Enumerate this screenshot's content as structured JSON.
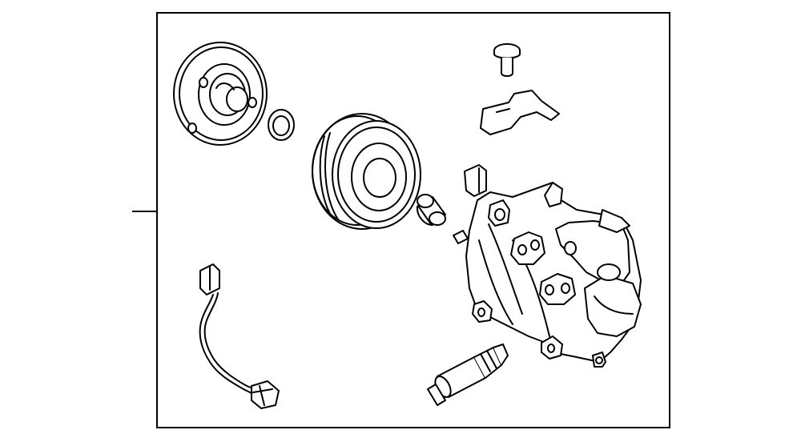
{
  "diagram": {
    "kind": "exploded-parts-view",
    "line_color": "#000000",
    "background": "#ffffff",
    "parts": [
      "clutch-hub-plate",
      "shim-ring",
      "pulley-assembly",
      "bearing-sleeve",
      "mounting-bolt",
      "bracket-plate",
      "ac-compressor-body",
      "pressure-relief-valve",
      "wiring-harness-connector"
    ]
  }
}
